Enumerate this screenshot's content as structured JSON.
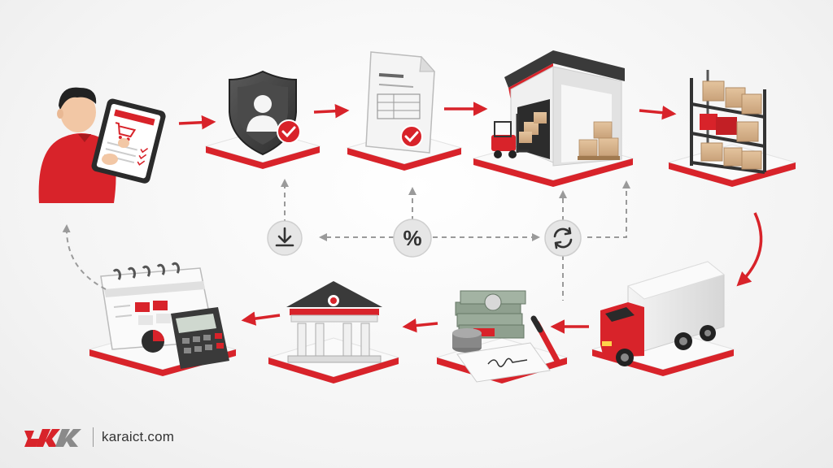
{
  "brand": {
    "logo_icon": "karaict-logo",
    "url": "karaict.com"
  },
  "colors": {
    "accent": "#d8232a",
    "dark": "#3a3a3a",
    "connector": "#9a9a9a"
  },
  "steps": [
    {
      "id": "customer-order",
      "icon": "person-tablet-cart-icon"
    },
    {
      "id": "security-check",
      "icon": "shield-user-check-icon"
    },
    {
      "id": "order-document",
      "icon": "document-check-icon"
    },
    {
      "id": "warehouse",
      "icon": "warehouse-forklift-icon"
    },
    {
      "id": "inventory-shelves",
      "icon": "shelves-boxes-icon"
    },
    {
      "id": "delivery-truck",
      "icon": "truck-icon"
    },
    {
      "id": "payment",
      "icon": "cash-signature-icon"
    },
    {
      "id": "bank",
      "icon": "bank-icon"
    },
    {
      "id": "accounting",
      "icon": "calendar-calculator-icon"
    }
  ],
  "hubs": [
    {
      "id": "download",
      "icon": "download-icon"
    },
    {
      "id": "discount",
      "symbol": "%",
      "icon": "percent-icon"
    },
    {
      "id": "sync",
      "icon": "sync-icon"
    }
  ]
}
